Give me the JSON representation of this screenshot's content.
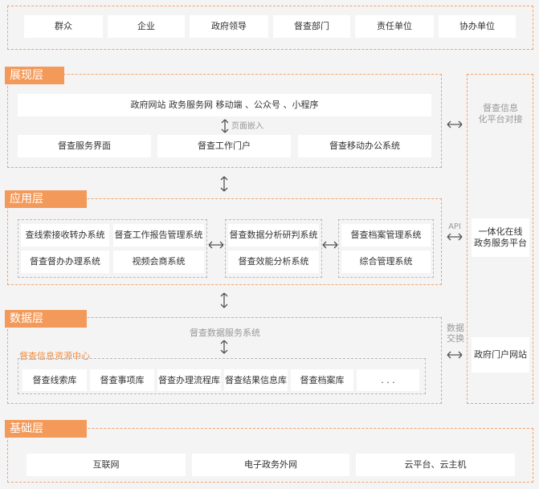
{
  "top": {
    "items": [
      "群众",
      "企业",
      "政府领导",
      "督查部门",
      "责任单位",
      "协办单位"
    ]
  },
  "presentation": {
    "title": "展现层",
    "channels": "政府网站  政务服务网  移动端 、公众号 、小程序",
    "embed_label": "页面嵌入",
    "items": [
      "督查服务界面",
      "督查工作门户",
      "督查移动办公系统"
    ]
  },
  "application": {
    "title": "应用层",
    "group1": [
      "查线索接收转办系统",
      "督查工作报告管理系统",
      "督查督办办理系统",
      "视频会商系统"
    ],
    "group2": [
      "督查数据分析研判系统",
      "督查效能分析系统"
    ],
    "group3": [
      "督查档案管理系统",
      "综合管理系统"
    ]
  },
  "data": {
    "title": "数据层",
    "service": "督查数据服务系统",
    "center": "督查信息资源中心",
    "items": [
      "督查线索库",
      "督查事项库",
      "督查办理流程库",
      "督查结果信息库",
      "督查档案库",
      ". . ."
    ]
  },
  "foundation": {
    "title": "基础层",
    "items": [
      "互联网",
      "电子政务外网",
      "云平台、云主机"
    ]
  },
  "right": {
    "docking": "督查信息\n化平台对接",
    "api": "API",
    "exchange": "数据\n交换",
    "platform": "一体化在线\n政务服务平台",
    "portal": "政府门户网站"
  },
  "colors": {
    "accent": "#f39a5a",
    "dash": "#f2a36b",
    "arrow": "#555555"
  }
}
